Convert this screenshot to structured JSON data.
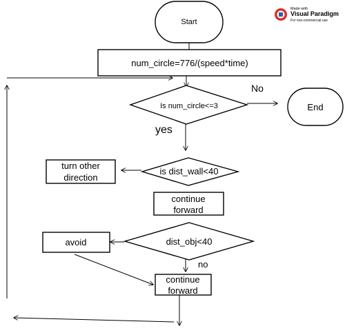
{
  "watermark": {
    "line1": "Made with",
    "line2": "Visual Paradigm",
    "line3": "For non-commercial use",
    "colors": {
      "red": "#d9312b",
      "blue": "#2b5fa8",
      "grey": "#888888"
    }
  },
  "nodes": {
    "start": "Start",
    "end": "End",
    "calc": "num_circle=776/(speed*time)",
    "decision_circle": "Is num_circle<=3",
    "decision_wall": "is dist_wall<40",
    "turn": [
      "turn other",
      "direction"
    ],
    "continue1": [
      "continue",
      "forward"
    ],
    "decision_obj": "dist_obj<40",
    "avoid": "avoid",
    "continue2": [
      "continue",
      "forward"
    ]
  },
  "labels": {
    "no_top": "No",
    "yes": "yes",
    "no_bottom": "no"
  }
}
